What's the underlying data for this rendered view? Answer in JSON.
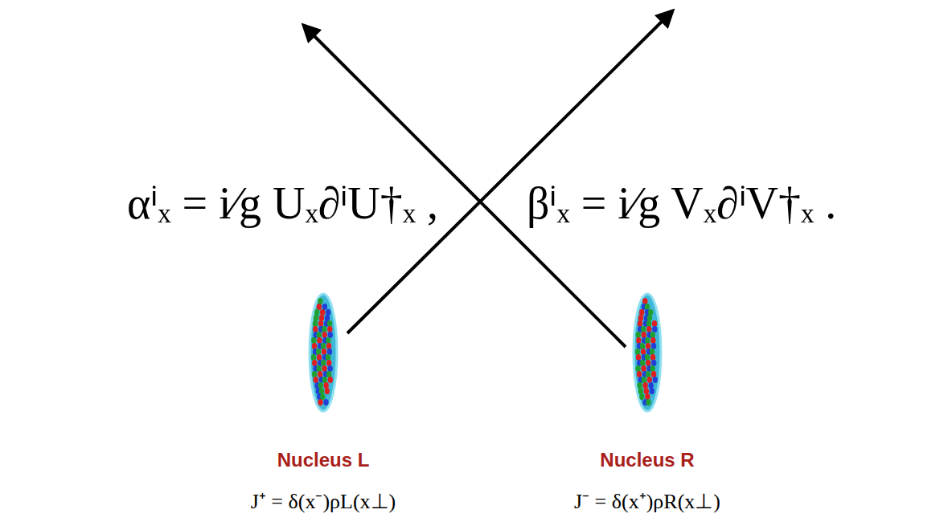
{
  "diagram": {
    "nodes": [
      {
        "text": [
          "Nucleus L",
          "J⁺ = δ(x⁻)ρL(x⊥)"
        ]
      },
      {
        "text": [
          "Nucleus R",
          "J⁻ = δ(x⁺)ρR(x⊥)"
        ]
      }
    ],
    "labels": [
      "αⁱₓ = i⁄g Uₓ∂ⁱU†ₓ ,",
      "βⁱₓ = i⁄g Vₓ∂ⁱV†ₓ ."
    ]
  }
}
